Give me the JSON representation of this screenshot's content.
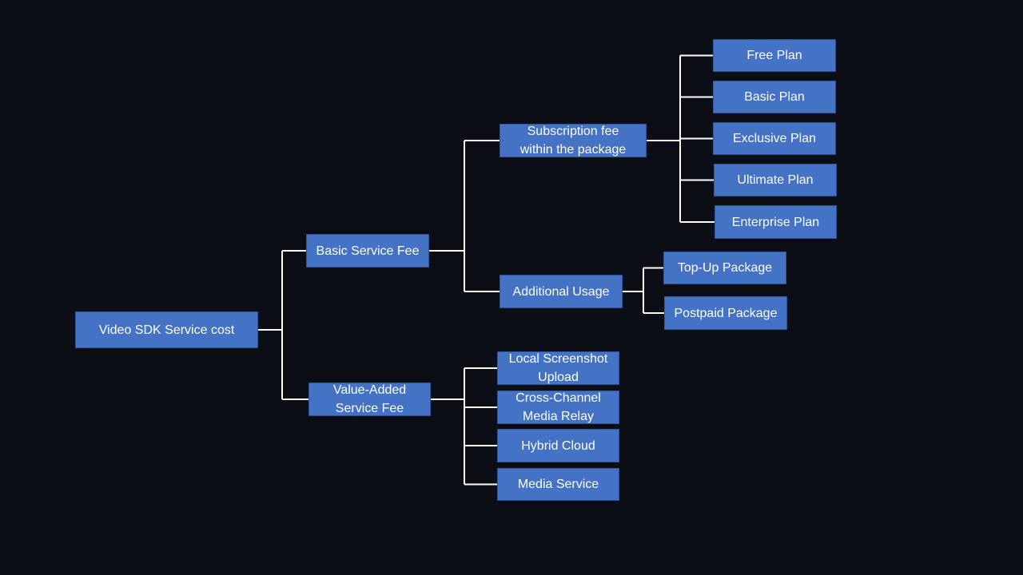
{
  "diagram": {
    "colors": {
      "background": "#0b0e14",
      "box_fill": "#4472c4",
      "box_border": "#2f5597",
      "text": "#ffffff",
      "connector": "#ffffff"
    },
    "nodes": {
      "root": {
        "label": "Video SDK Service cost"
      },
      "basic_service_fee": {
        "label": "Basic Service Fee"
      },
      "value_added_service_fee": {
        "label": "Value-Added\nService Fee"
      },
      "subscription_fee": {
        "label": "Subscription fee\nwithin the package"
      },
      "additional_usage": {
        "label": "Additional Usage"
      },
      "free_plan": {
        "label": "Free Plan"
      },
      "basic_plan": {
        "label": "Basic Plan"
      },
      "exclusive_plan": {
        "label": "Exclusive Plan"
      },
      "ultimate_plan": {
        "label": "Ultimate Plan"
      },
      "enterprise_plan": {
        "label": "Enterprise Plan"
      },
      "top_up_package": {
        "label": "Top-Up Package"
      },
      "postpaid_package": {
        "label": "Postpaid Package"
      },
      "local_screenshot_upload": {
        "label": "Local Screenshot\nUpload"
      },
      "cross_channel_media_relay": {
        "label": "Cross-Channel\nMedia Relay"
      },
      "hybrid_cloud": {
        "label": "Hybrid Cloud"
      },
      "media_service": {
        "label": "Media Service"
      }
    },
    "edges": [
      [
        "root",
        "basic_service_fee"
      ],
      [
        "root",
        "value_added_service_fee"
      ],
      [
        "basic_service_fee",
        "subscription_fee"
      ],
      [
        "basic_service_fee",
        "additional_usage"
      ],
      [
        "subscription_fee",
        "free_plan"
      ],
      [
        "subscription_fee",
        "basic_plan"
      ],
      [
        "subscription_fee",
        "exclusive_plan"
      ],
      [
        "subscription_fee",
        "ultimate_plan"
      ],
      [
        "subscription_fee",
        "enterprise_plan"
      ],
      [
        "additional_usage",
        "top_up_package"
      ],
      [
        "additional_usage",
        "postpaid_package"
      ],
      [
        "value_added_service_fee",
        "local_screenshot_upload"
      ],
      [
        "value_added_service_fee",
        "cross_channel_media_relay"
      ],
      [
        "value_added_service_fee",
        "hybrid_cloud"
      ],
      [
        "value_added_service_fee",
        "media_service"
      ]
    ]
  }
}
